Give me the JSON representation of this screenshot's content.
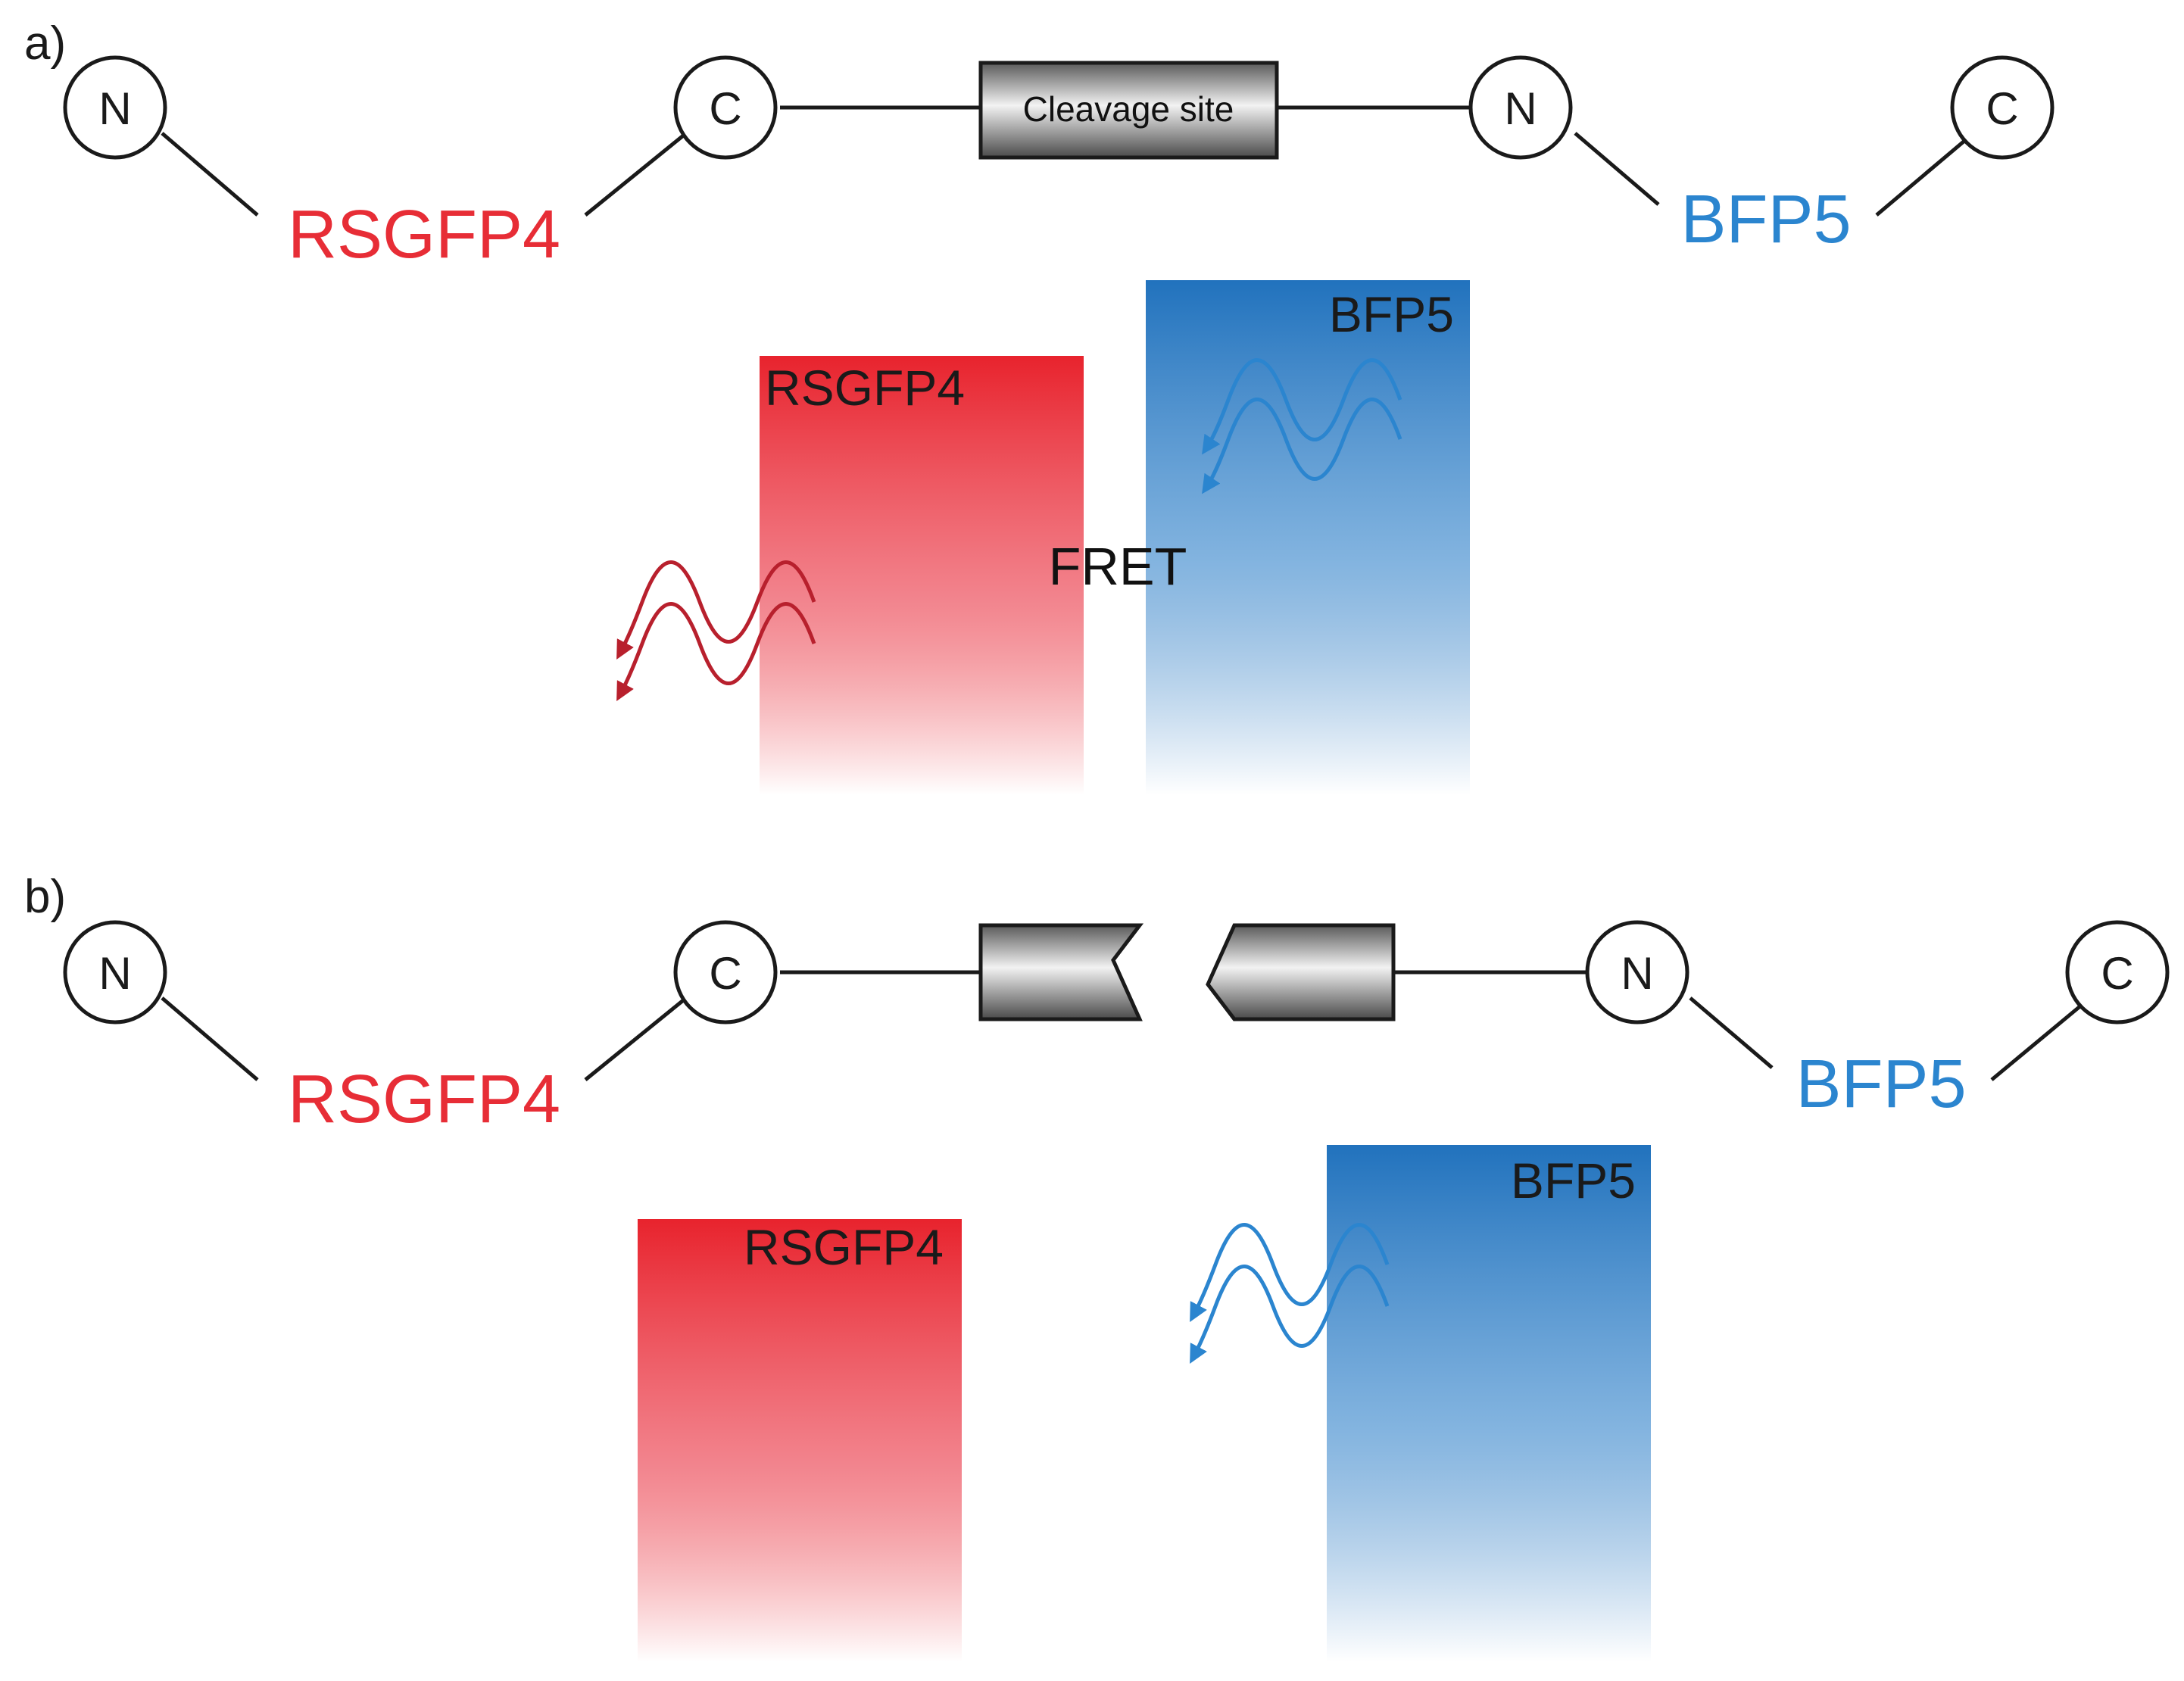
{
  "colors": {
    "red": "#e8232d",
    "blue": "#2172bd",
    "dark_red": "#b8202d",
    "blue_text": "#2b85cf",
    "red_text": "#e72d36",
    "line": "#1a1a1a"
  },
  "panel_a": {
    "label": "a)",
    "n1": "N",
    "c1": "C",
    "cleavage_label": "Cleavage site",
    "n2": "N",
    "c2": "C",
    "protein1": "RSGFP4",
    "protein2": "BFP5",
    "bar1_label": "RSGFP4",
    "bar2_label": "BFP5",
    "fret_label": "FRET"
  },
  "panel_b": {
    "label": "b)",
    "n1": "N",
    "c1": "C",
    "n2": "N",
    "c2": "C",
    "protein1": "RSGFP4",
    "protein2": "BFP5",
    "bar1_label": "RSGFP4",
    "bar2_label": "BFP5"
  }
}
